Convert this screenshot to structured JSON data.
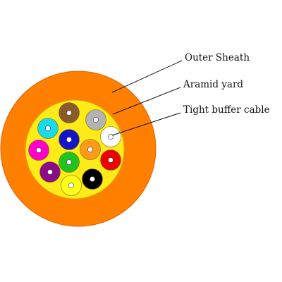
{
  "labels": {
    "outer_sheath": "Outer Sheath",
    "aramid_yard": "Aramid yard",
    "tight_buffer_cable": "Tight buffer cable"
  },
  "colors": {
    "sheath": "#ff7f00",
    "sheath_edge": "#e06400",
    "aramid": "#ffeb1a",
    "core_dot": "#ffffff",
    "leader": "#111111"
  },
  "fibers": [
    {
      "name": "fiber-brown",
      "color": "#8b5a2b"
    },
    {
      "name": "fiber-gray",
      "color": "#b3b3b3"
    },
    {
      "name": "fiber-white",
      "color": "#ffffff"
    },
    {
      "name": "fiber-aqua",
      "color": "#17d9ec"
    },
    {
      "name": "fiber-blue",
      "color": "#1414c8"
    },
    {
      "name": "fiber-orange",
      "color": "#ff9a1a"
    },
    {
      "name": "fiber-rose",
      "color": "#ff00cc"
    },
    {
      "name": "fiber-green",
      "color": "#1fc41f"
    },
    {
      "name": "fiber-red",
      "color": "#ee0000"
    },
    {
      "name": "fiber-violet",
      "color": "#8a0a8a"
    },
    {
      "name": "fiber-black",
      "color": "#000000"
    },
    {
      "name": "fiber-yellow",
      "color": "#ffff1a"
    }
  ]
}
